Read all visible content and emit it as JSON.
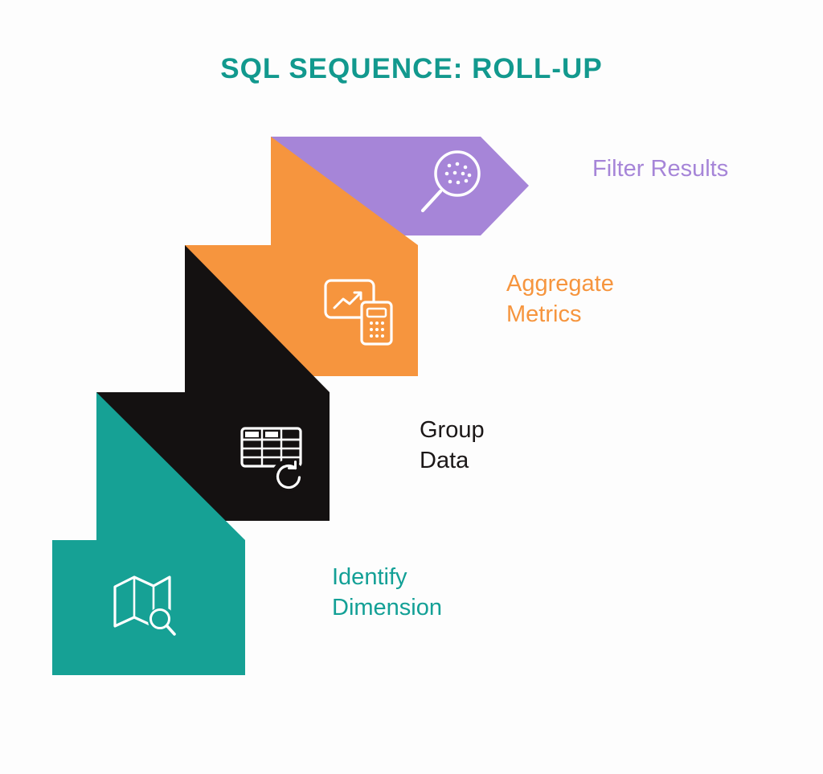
{
  "background_color": "#fdfdfd",
  "title": "SQL SEQUENCE: ROLL-UP",
  "title_color": "#12998e",
  "steps": [
    {
      "order": 1,
      "label": "Identify Dimension",
      "color": "#16a195",
      "icon": "map-magnifier-icon"
    },
    {
      "order": 2,
      "label": "Group Data",
      "color": "#141111",
      "icon": "table-refresh-icon"
    },
    {
      "order": 3,
      "label": "Aggregate Metrics",
      "color": "#f6953e",
      "icon": "chart-calculator-icon"
    },
    {
      "order": 4,
      "label": "Filter Results",
      "color": "#a685d8",
      "icon": "strainer-magnifier-icon"
    }
  ]
}
